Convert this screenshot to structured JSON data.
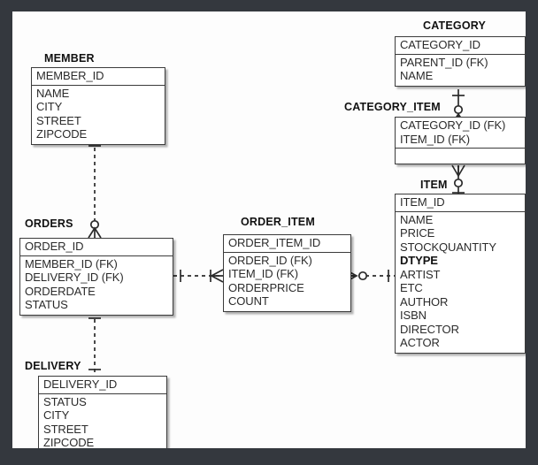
{
  "diagram": {
    "type": "entity-relationship-diagram",
    "notation": "crows-foot",
    "background_color": "#fdfdfd",
    "frame_color": "#34383e",
    "line_color": "#2b2b2b"
  },
  "entities": [
    {
      "name": "MEMBER",
      "title": "MEMBER",
      "primary_keys": [
        "MEMBER_ID"
      ],
      "attributes": [
        "NAME",
        "CITY",
        "STREET",
        "ZIPCODE"
      ],
      "bold_attributes": []
    },
    {
      "name": "ORDERS",
      "title": "ORDERS",
      "primary_keys": [
        "ORDER_ID"
      ],
      "attributes": [
        "MEMBER_ID (FK)",
        "DELIVERY_ID (FK)",
        "ORDERDATE",
        "STATUS"
      ],
      "bold_attributes": []
    },
    {
      "name": "DELIVERY",
      "title": "DELIVERY",
      "primary_keys": [
        "DELIVERY_ID"
      ],
      "attributes": [
        "STATUS",
        "CITY",
        "STREET",
        "ZIPCODE"
      ],
      "bold_attributes": []
    },
    {
      "name": "ORDER_ITEM",
      "title": "ORDER_ITEM",
      "primary_keys": [
        "ORDER_ITEM_ID"
      ],
      "attributes": [
        "ORDER_ID (FK)",
        "ITEM_ID (FK)",
        "ORDERPRICE",
        "COUNT"
      ],
      "bold_attributes": []
    },
    {
      "name": "CATEGORY",
      "title": "CATEGORY",
      "primary_keys": [
        "CATEGORY_ID"
      ],
      "attributes": [
        "PARENT_ID (FK)",
        "NAME"
      ],
      "bold_attributes": []
    },
    {
      "name": "CATEGORY_ITEM",
      "title": "CATEGORY_ITEM",
      "primary_keys": [
        "CATEGORY_ID (FK)",
        "ITEM_ID (FK)"
      ],
      "attributes": [],
      "bold_attributes": []
    },
    {
      "name": "ITEM",
      "title": "ITEM",
      "primary_keys": [
        "ITEM_ID"
      ],
      "attributes": [
        "NAME",
        "PRICE",
        "STOCKQUANTITY",
        "DTYPE",
        "ARTIST",
        "ETC",
        "AUTHOR",
        "ISBN",
        "DIRECTOR",
        "ACTOR"
      ],
      "bold_attributes": [
        "DTYPE"
      ]
    }
  ],
  "relationships": [
    {
      "from": "MEMBER",
      "to": "ORDERS",
      "line": "dashed",
      "from_cardinality": "one",
      "to_cardinality": "zero-or-many"
    },
    {
      "from": "ORDERS",
      "to": "DELIVERY",
      "line": "dashed",
      "from_cardinality": "one",
      "to_cardinality": "one"
    },
    {
      "from": "ORDERS",
      "to": "ORDER_ITEM",
      "line": "dashed",
      "from_cardinality": "one",
      "to_cardinality": "many"
    },
    {
      "from": "ORDER_ITEM",
      "to": "ITEM",
      "line": "dashed",
      "from_cardinality": "zero-or-many",
      "to_cardinality": "one"
    },
    {
      "from": "CATEGORY",
      "to": "CATEGORY_ITEM",
      "line": "solid",
      "from_cardinality": "one",
      "to_cardinality": "zero-or-many"
    },
    {
      "from": "CATEGORY_ITEM",
      "to": "ITEM",
      "line": "solid",
      "from_cardinality": "many",
      "to_cardinality": "zero-or-one"
    }
  ]
}
